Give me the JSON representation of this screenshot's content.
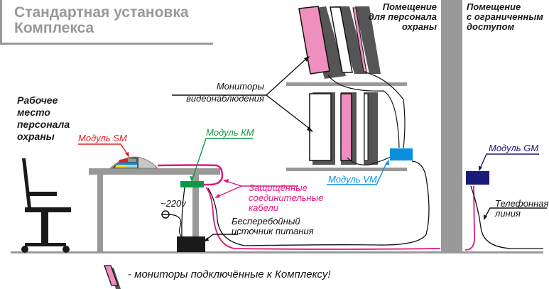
{
  "title": {
    "line1": "Стандартная установка",
    "line2": "Комплекса"
  },
  "rooms": {
    "security_room": [
      "Помещение",
      "для персонала",
      "охраны"
    ],
    "restricted_room": [
      "Помещение",
      "с ограниченным",
      "доступом"
    ]
  },
  "workplace": [
    "Рабочее",
    "место",
    "персонала",
    "охраны"
  ],
  "labels": {
    "monitors": [
      "Мониторы",
      "видеонаблюдения"
    ],
    "module_sm": "Модуль SM",
    "module_km": "Модуль КМ",
    "module_vm": "Модуль VM",
    "module_gm": "Модуль GM",
    "cables": [
      "Защищённые",
      "соединительные",
      "кабели"
    ],
    "power": "~220v",
    "ups": [
      "Бесперебойный",
      "источник питания"
    ],
    "phone_line": [
      "Телефонная",
      "линия"
    ]
  },
  "legend": {
    "text": "- мониторы подключённые к Комплексу!"
  },
  "colors": {
    "pink_monitor": "#ef8fbd",
    "cable_magenta": "#e0187d",
    "module_sm_red": "#e0201f",
    "module_km_green": "#0a9a47",
    "module_vm_blue": "#0a8fe0",
    "module_gm_navy": "#1a1a78",
    "wall_gray": "#999999",
    "shadow_gray": "#555555"
  }
}
